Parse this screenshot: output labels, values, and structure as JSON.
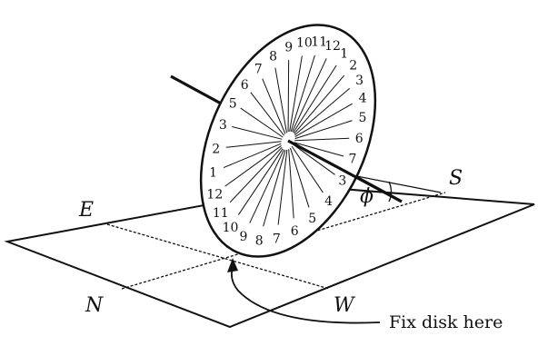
{
  "labels": {
    "east": "E",
    "south": "S",
    "north": "N",
    "west": "W",
    "angle": "ϕ"
  },
  "callout": "Fix disk here",
  "dial_top": [
    "5",
    "6",
    "7",
    "8",
    "9",
    "10",
    "11",
    "12",
    "1",
    "2",
    "3",
    "4",
    "5",
    "6",
    "7"
  ],
  "dial_bottom": [
    "3",
    "4",
    "5",
    "6",
    "7",
    "8",
    "9",
    "10",
    "11",
    "12",
    "1",
    "2",
    "3"
  ]
}
